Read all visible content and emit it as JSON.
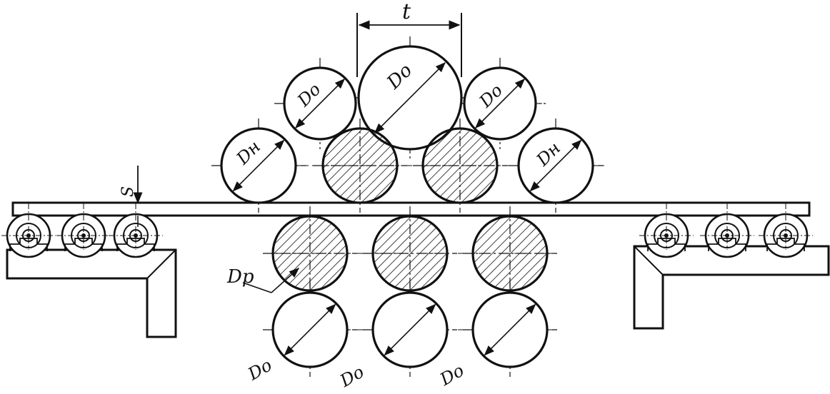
{
  "labels": {
    "pitch": "t",
    "thickness": "S",
    "d_o": "Do",
    "d_n": "Dн",
    "d_p": "Dp"
  },
  "colors": {
    "ink": "#111111",
    "paper": "#ffffff"
  }
}
